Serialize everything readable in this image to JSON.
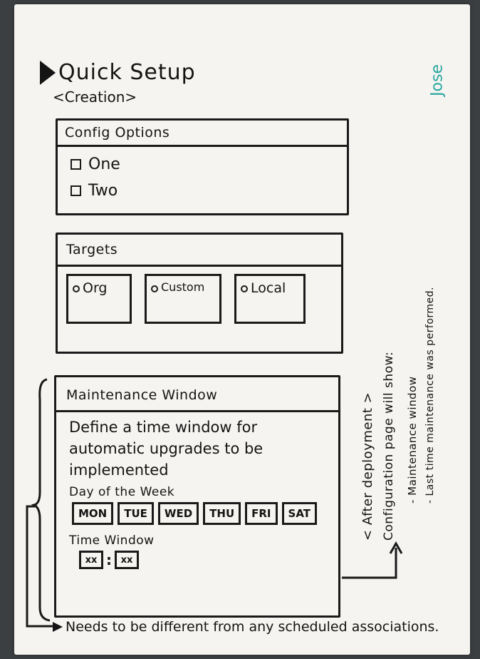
{
  "header": {
    "title": "Quick Setup",
    "subtitle": "<Creation>",
    "author": "Jose"
  },
  "config_options": {
    "title": "Config Options",
    "items": [
      {
        "label": "One",
        "checked": false
      },
      {
        "label": "Two",
        "checked": false
      }
    ]
  },
  "targets": {
    "title": "Targets",
    "options": [
      {
        "label": "Org"
      },
      {
        "label": "Custom"
      },
      {
        "label": "Local"
      }
    ]
  },
  "maintenance": {
    "title": "Maintenance Window",
    "description": "Define a time window for automatic upgrades to be implemented",
    "day_label": "Day of the Week",
    "days": [
      "MON",
      "TUE",
      "WED",
      "THU",
      "FRI",
      "SAT"
    ],
    "time_label": "Time Window",
    "time_hour": "xx",
    "time_minute": "xx"
  },
  "notes": {
    "after_deployment": "< After deployment >",
    "config_page": "Configuration page will show:",
    "bullet_1": "- Maintenance window",
    "bullet_2": "- Last time maintenance was performed.",
    "footnote": "Needs to be different from any scheduled associations."
  }
}
